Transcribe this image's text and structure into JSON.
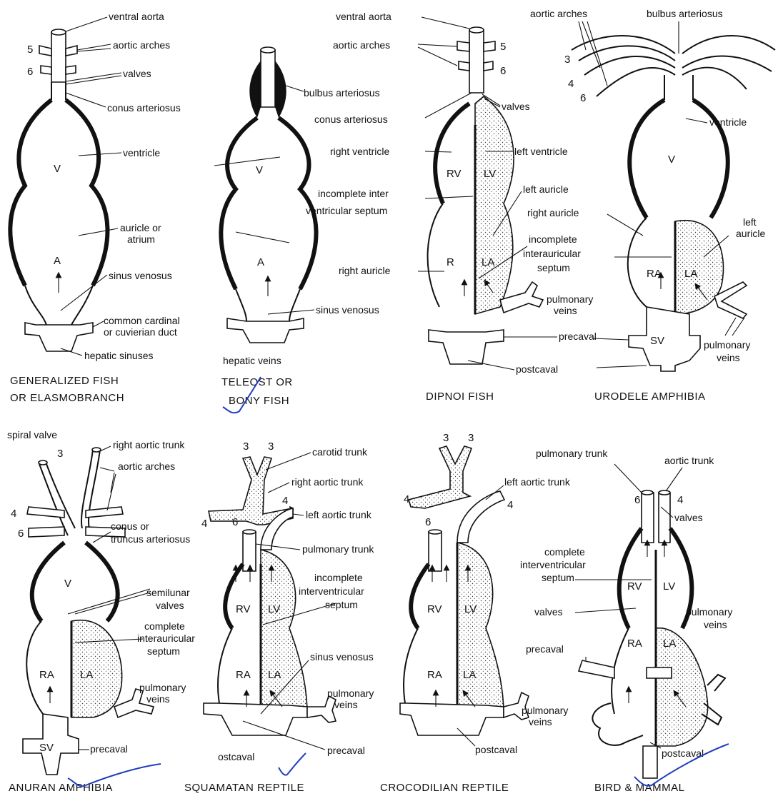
{
  "panels": {
    "generalized": {
      "caption": [
        "GENERALIZED FISH",
        "OR  ELASMOBRANCH"
      ],
      "labels": {
        "ventral_aorta": "ventral aorta",
        "aortic_arches": "aortic arches",
        "valves": "valves",
        "conus": "conus arteriosus",
        "ventricle": "ventricle",
        "auricle": [
          "auricle or",
          "atrium"
        ],
        "sinus": "sinus venosus",
        "cardinal": [
          "common cardinal",
          "or cuvierian duct"
        ],
        "hepatic": "hepatic sinuses"
      },
      "chambers": {
        "v": "V",
        "a": "A"
      },
      "arch_numbers": {
        "five": "5",
        "six": "6"
      }
    },
    "teleost": {
      "caption": [
        "TELEOST  OR",
        "BONY FISH"
      ],
      "labels": {
        "bulbus": "bulbus arteriosus",
        "sinus": "sinus venosus",
        "hepatic": "hepatic veins"
      },
      "chambers": {
        "v": "V",
        "a": "A"
      }
    },
    "dipnoi": {
      "caption": [
        "DIPNOI FISH"
      ],
      "labels": {
        "ventral_aorta": "ventral aorta",
        "aortic_arches": "aortic arches",
        "conus": "conus arteriosus",
        "valves": "valves",
        "right_ventricle": "right ventricle",
        "left_ventricle": "left ventricle",
        "septum": [
          "incomplete inter",
          "ventricular septum"
        ],
        "left_auricle": "left auricle",
        "right_auricle": "right auricle",
        "interauricular": [
          "incomplete",
          "interauricular",
          "septum"
        ],
        "pulmonary": [
          "pulmonary",
          "veins"
        ],
        "precaval": "precaval",
        "postcaval": "postcaval"
      },
      "chambers": {
        "rv": "RV",
        "lv": "LV",
        "r": "R",
        "la": "LA"
      },
      "arch_numbers": {
        "five": "5",
        "six": "6"
      }
    },
    "urodele": {
      "caption": [
        "URODELE AMPHIBIA"
      ],
      "labels": {
        "aortic_arches": "aortic arches",
        "bulbus": "bulbus arteriosus",
        "ventricle": "ventricle",
        "right_auricle": "right auricle",
        "left_auricle": [
          "left",
          "auricle"
        ],
        "pulmonary": [
          "pulmonary",
          "veins"
        ]
      },
      "chambers": {
        "v": "V",
        "ra": "RA",
        "la": "LA",
        "sv": "SV"
      },
      "arch_numbers": {
        "three": "3",
        "four": "4",
        "six": "6"
      }
    },
    "anuran": {
      "caption": [
        "ANURAN AMPHIBIA"
      ],
      "labels": {
        "spiral": "spiral valve",
        "right_aortic": "right aortic trunk",
        "aortic_arches": "aortic arches",
        "conus": [
          "conus or",
          "truncus arteriosus"
        ],
        "semilunar": [
          "semilunar",
          "valves"
        ],
        "septum": [
          "complete",
          "interauricular",
          "septum"
        ],
        "pulmonary": [
          "pulmonary",
          "veins"
        ],
        "precaval": "precaval"
      },
      "chambers": {
        "v": "V",
        "ra": "RA",
        "la": "LA",
        "sv": "SV"
      },
      "arch_numbers": {
        "three": "3",
        "four": "4",
        "six": "6"
      }
    },
    "squamatan": {
      "caption": [
        "SQUAMATAN REPTILE"
      ],
      "labels": {
        "carotid": "carotid trunk",
        "right_aortic": "right aortic trunk",
        "left_aortic": "left aortic trunk",
        "pulmonary_trunk": "pulmonary trunk",
        "septum": [
          "incomplete",
          "interventricular",
          "septum"
        ],
        "sinus": "sinus venosus",
        "pulmonary": [
          "pulmonary",
          "veins"
        ],
        "precaval": "precaval",
        "postcaval": "ostcaval"
      },
      "chambers": {
        "rv": "RV",
        "lv": "LV",
        "ra": "RA",
        "la": "LA"
      },
      "arch_numbers": {
        "three_a": "3",
        "three_b": "3",
        "four_a": "4",
        "four_b": "4",
        "six": "6"
      }
    },
    "crocodilian": {
      "caption": [
        "CROCODILIAN REPTILE"
      ],
      "labels": {
        "left_aortic": "left aortic trunk",
        "pulmonary": [
          "pulmonary",
          "veins"
        ],
        "postcaval": "postcaval"
      },
      "chambers": {
        "rv": "RV",
        "lv": "LV",
        "ra": "RA",
        "la": "LA"
      },
      "arch_numbers": {
        "three_a": "3",
        "three_b": "3",
        "four_a": "4",
        "four_b": "4",
        "six": "6"
      }
    },
    "bird": {
      "caption": [
        "BIRD & MAMMAL"
      ],
      "labels": {
        "pulmonary_trunk": "pulmonary trunk",
        "aortic_trunk": "aortic trunk",
        "valves_top": "valves",
        "septum": [
          "complete",
          "interventricular",
          "septum"
        ],
        "valves": "valves",
        "pulmonary": [
          "pulmonary",
          "veins"
        ],
        "precaval": "precaval",
        "postcaval": "postcaval"
      },
      "chambers": {
        "rv": "RV",
        "lv": "LV",
        "ra": "RA",
        "la": "LA"
      },
      "arch_numbers": {
        "six": "6",
        "four": "4"
      }
    }
  },
  "annotation_color": "#1f3fbf"
}
